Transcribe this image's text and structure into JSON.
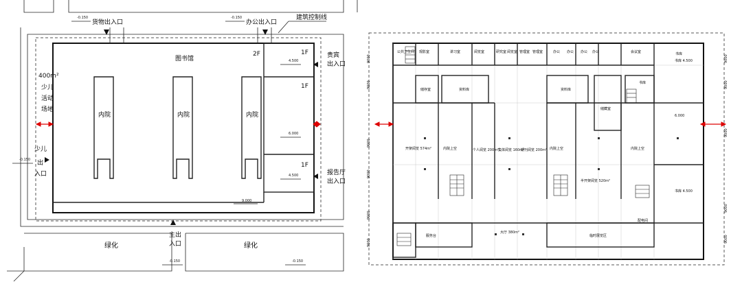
{
  "site_plan": {
    "library_label": "图书馆",
    "courtyard_label": "内院",
    "goods_entrance": "货物出入口",
    "office_entrance": "办公出入口",
    "control_line": "建筑控制线",
    "vip_entrance": [
      "贵宾",
      "出入口"
    ],
    "hall_entrance": [
      "报告厅",
      "出入口"
    ],
    "main_entrance": [
      "主出",
      "入口"
    ],
    "kids_area": [
      "400m²",
      "少儿",
      "活动",
      "场地"
    ],
    "kids_entrance": [
      "少儿",
      "出",
      "入口"
    ],
    "green_label": "绿化",
    "floor_2f": "2F",
    "floor_1f": "1F",
    "elev_neg015": "-0.150",
    "elev_4500": "4.500",
    "elev_6000": "6.000",
    "elev_9000": "9.000"
  },
  "floor_plan": {
    "rooms_top": [
      "公共卫生间",
      "观影室",
      "讲习室",
      "阅览室",
      "研究室",
      "阅览室",
      "管理室",
      "管理室",
      "办公",
      "办公",
      "办公",
      "办公",
      "会议室"
    ],
    "rooms_mid": [
      "储存室",
      "资料库",
      "资料库",
      "储藏室",
      "内院上空",
      "内院上空",
      "内院上空",
      "书库"
    ],
    "rooms_main": [
      "开架阅览 574m²",
      "个人阅览 200m²",
      "集体阅览 160m²",
      "期刊阅览 200m²",
      "半开架阅览 520m²",
      "书库"
    ],
    "rooms_bottom": [
      "服务台",
      "大厅 380m²",
      "临时展览区",
      "配电间"
    ],
    "right_elevs": [
      "书库 4.500",
      "6.000",
      "书库 4.500"
    ],
    "dims": [
      "9000",
      "9000",
      "9000",
      "9000",
      "9000",
      "9000",
      "9000",
      "9000",
      "9000"
    ]
  }
}
